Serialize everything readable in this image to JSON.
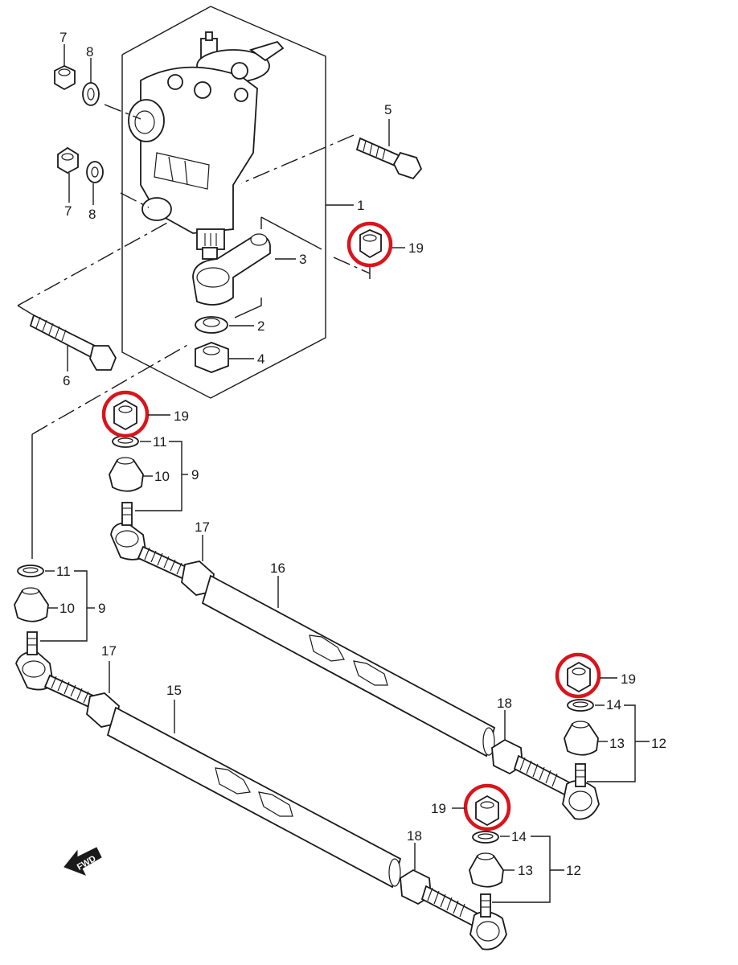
{
  "diagram": {
    "fwd_label": "FWD",
    "highlight_color": "#d9141c",
    "callouts": {
      "c1": "1",
      "c2": "2",
      "c3": "3",
      "c4": "4",
      "c5": "5",
      "c6": "6",
      "c7a": "7",
      "c7b": "7",
      "c8a": "8",
      "c8b": "8",
      "c9a": "9",
      "c9b": "9",
      "c10a": "10",
      "c10b": "10",
      "c11a": "11",
      "c11b": "11",
      "c12a": "12",
      "c12b": "12",
      "c13a": "13",
      "c13b": "13",
      "c14a": "14",
      "c14b": "14",
      "c15": "15",
      "c16": "16",
      "c17a": "17",
      "c17b": "17",
      "c18a": "18",
      "c18b": "18",
      "c19a": "19",
      "c19b": "19",
      "c19c": "19",
      "c19d": "19"
    }
  }
}
